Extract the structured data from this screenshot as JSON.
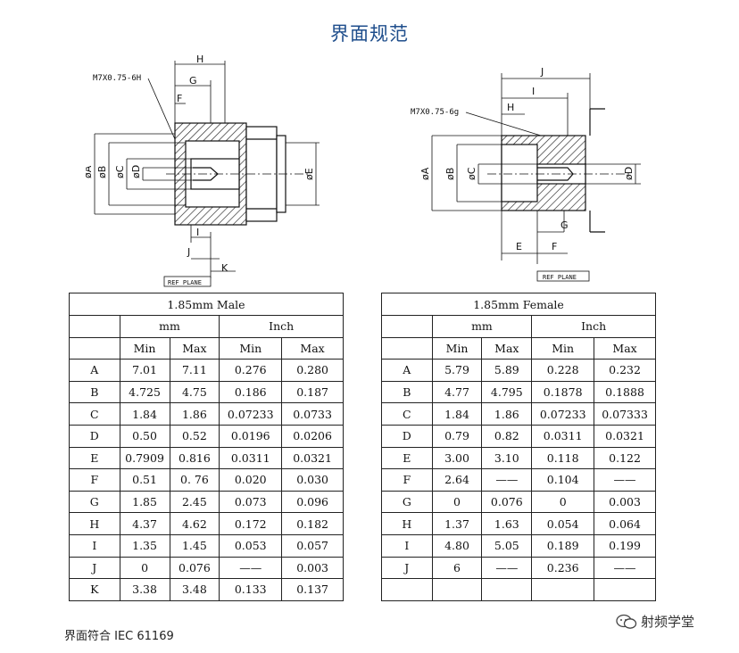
{
  "page": {
    "title": "界面规范"
  },
  "drawings": {
    "male": {
      "thread": "M7X0.75-6H",
      "ref_plane": "REF PLANE",
      "labels": [
        "H",
        "G",
        "F",
        "øA",
        "øB",
        "øC",
        "øD",
        "øE",
        "I",
        "J",
        "K"
      ]
    },
    "female": {
      "thread": "M7X0.75-6g",
      "ref_plane": "REF PLANE",
      "labels": [
        "J",
        "I",
        "H",
        "øA",
        "øB",
        "øC",
        "øD",
        "G",
        "E",
        "F"
      ]
    }
  },
  "male_table": {
    "caption": "1.85mm Male",
    "unit_mm": "mm",
    "unit_inch": "Inch",
    "col_min": "Min",
    "col_max": "Max",
    "rows": [
      {
        "k": "A",
        "mm_min": "7.01",
        "mm_max": "7.11",
        "in_min": "0.276",
        "in_max": "0.280"
      },
      {
        "k": "B",
        "mm_min": "4.725",
        "mm_max": "4.75",
        "in_min": "0.186",
        "in_max": "0.187"
      },
      {
        "k": "C",
        "mm_min": "1.84",
        "mm_max": "1.86",
        "in_min": "0.07233",
        "in_max": "0.0733"
      },
      {
        "k": "D",
        "mm_min": "0.50",
        "mm_max": "0.52",
        "in_min": "0.0196",
        "in_max": "0.0206"
      },
      {
        "k": "E",
        "mm_min": "0.7909",
        "mm_max": "0.816",
        "in_min": "0.0311",
        "in_max": "0.0321"
      },
      {
        "k": "F",
        "mm_min": "0.51",
        "mm_max": "0. 76",
        "in_min": "0.020",
        "in_max": "0.030"
      },
      {
        "k": "G",
        "mm_min": "1.85",
        "mm_max": "2.45",
        "in_min": "0.073",
        "in_max": "0.096"
      },
      {
        "k": "H",
        "mm_min": "4.37",
        "mm_max": "4.62",
        "in_min": "0.172",
        "in_max": "0.182"
      },
      {
        "k": "I",
        "mm_min": "1.35",
        "mm_max": "1.45",
        "in_min": "0.053",
        "in_max": "0.057"
      },
      {
        "k": "J",
        "mm_min": "0",
        "mm_max": "0.076",
        "in_min": "——",
        "in_max": "0.003"
      },
      {
        "k": "K",
        "mm_min": "3.38",
        "mm_max": "3.48",
        "in_min": "0.133",
        "in_max": "0.137"
      }
    ]
  },
  "female_table": {
    "caption": "1.85mm Female",
    "unit_mm": "mm",
    "unit_inch": "Inch",
    "col_min": "Min",
    "col_max": "Max",
    "rows": [
      {
        "k": "A",
        "mm_min": "5.79",
        "mm_max": "5.89",
        "in_min": "0.228",
        "in_max": "0.232"
      },
      {
        "k": "B",
        "mm_min": "4.77",
        "mm_max": "4.795",
        "in_min": "0.1878",
        "in_max": "0.1888"
      },
      {
        "k": "C",
        "mm_min": "1.84",
        "mm_max": "1.86",
        "in_min": "0.07233",
        "in_max": "0.07333"
      },
      {
        "k": "D",
        "mm_min": "0.79",
        "mm_max": "0.82",
        "in_min": "0.0311",
        "in_max": "0.0321"
      },
      {
        "k": "E",
        "mm_min": "3.00",
        "mm_max": "3.10",
        "in_min": "0.118",
        "in_max": "0.122"
      },
      {
        "k": "F",
        "mm_min": "2.64",
        "mm_max": "——",
        "in_min": "0.104",
        "in_max": "——"
      },
      {
        "k": "G",
        "mm_min": "0",
        "mm_max": "0.076",
        "in_min": "0",
        "in_max": "0.003"
      },
      {
        "k": "H",
        "mm_min": "1.37",
        "mm_max": "1.63",
        "in_min": "0.054",
        "in_max": "0.064"
      },
      {
        "k": "I",
        "mm_min": "4.80",
        "mm_max": "5.05",
        "in_min": "0.189",
        "in_max": "0.199"
      },
      {
        "k": "J",
        "mm_min": "6",
        "mm_max": "——",
        "in_min": "0.236",
        "in_max": "——"
      },
      {
        "k": "",
        "mm_min": "",
        "mm_max": "",
        "in_min": "",
        "in_max": ""
      }
    ]
  },
  "footer": {
    "text": "界面符合  IEC 61169"
  },
  "brand": {
    "name": "射频学堂",
    "icon": "wechat-chat-icon"
  }
}
